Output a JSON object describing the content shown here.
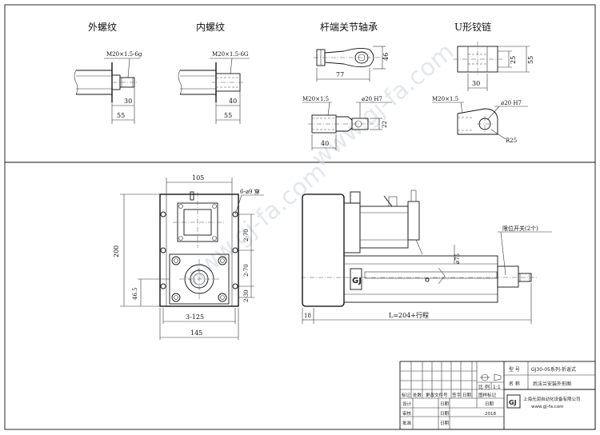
{
  "headings": {
    "external_thread": "外螺纹",
    "internal_thread": "内螺纹",
    "rod_end_bearing": "杆端关节轴承",
    "u_clevis": "U形铰链"
  },
  "ext_thread": {
    "spec": "M20×1.5-6g",
    "d1": "30",
    "d2": "55"
  },
  "int_thread": {
    "spec": "M20×1.5-6G",
    "d1": "40",
    "d2": "55"
  },
  "rod_end": {
    "d_len": "77",
    "d_h": "46",
    "spec": "M20×1.5",
    "bore": "⌀20 H7",
    "d_thread": "40",
    "d_w": "22"
  },
  "clevis": {
    "d_h1": "25",
    "d_h2": "55",
    "d_w": "30",
    "spec": "M20×1.5",
    "bore": "⌀20 H7",
    "radius": "R25"
  },
  "front_view": {
    "top_width": "105",
    "holes": "6-⌀9 穿",
    "height": "200",
    "pitch1": "2-70",
    "pitch2": "2-70",
    "pitch3": "2-30",
    "offset": "46.5",
    "bottom_pitch": "3-125",
    "bottom_width": "145"
  },
  "side_view": {
    "limit_switch": "限位开关(2个)",
    "dim_left": "18",
    "stroke": "L=204+行程",
    "dim_dia": "⌀75"
  },
  "watermark": "www.gj-fa.com",
  "title_block": {
    "model_label": "型 号",
    "model_value": "GJ30-05系列-折返式",
    "name_label": "名 称",
    "name_value": "后法兰安装外形图",
    "scale_label": "比 例",
    "scale_value": "1:1",
    "headers": [
      "标记",
      "处数",
      "更改文件号",
      "签字",
      "日期",
      "图样标记"
    ],
    "design": "设计",
    "check": "审核",
    "approve": "批准",
    "date": "日期",
    "year": "2018",
    "company": "上海光润自动化设备有限公司",
    "website": "www.gj-fa.com",
    "logo": "GJ"
  }
}
